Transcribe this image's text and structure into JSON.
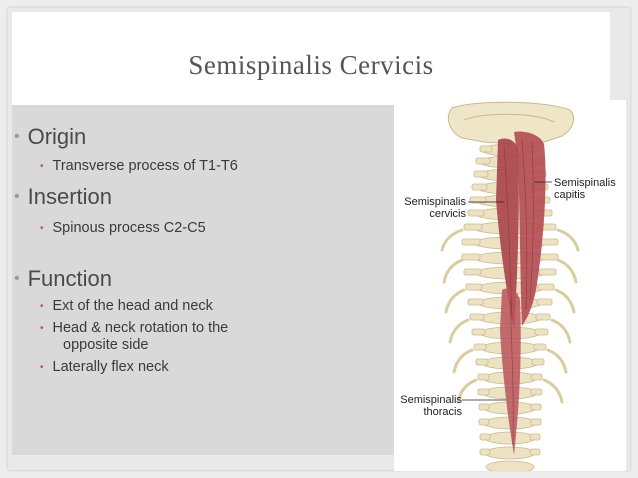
{
  "slide": {
    "title": "Semispinalis Cervicis",
    "sections": [
      {
        "heading": "Origin",
        "items": [
          "Transverse process of T1-T6"
        ]
      },
      {
        "heading": "Insertion",
        "items": [
          "Spinous process C2-C5"
        ]
      },
      {
        "heading": "Function",
        "items": [
          "Ext of the head and neck",
          "Head & neck rotation to the",
          "opposite side",
          "Laterally flex neck"
        ]
      }
    ]
  },
  "figure": {
    "labels": {
      "capitis_1": "Semispinalis",
      "capitis_2": "capitis",
      "cervicis_1": "Semispinalis",
      "cervicis_2": "cervicis",
      "thoracis_1": "Semispinalis",
      "thoracis_2": "thoracis"
    },
    "colors": {
      "muscle": "#b24a52",
      "bone": "#ede3c3",
      "bone_edge": "#c9b98a"
    }
  }
}
